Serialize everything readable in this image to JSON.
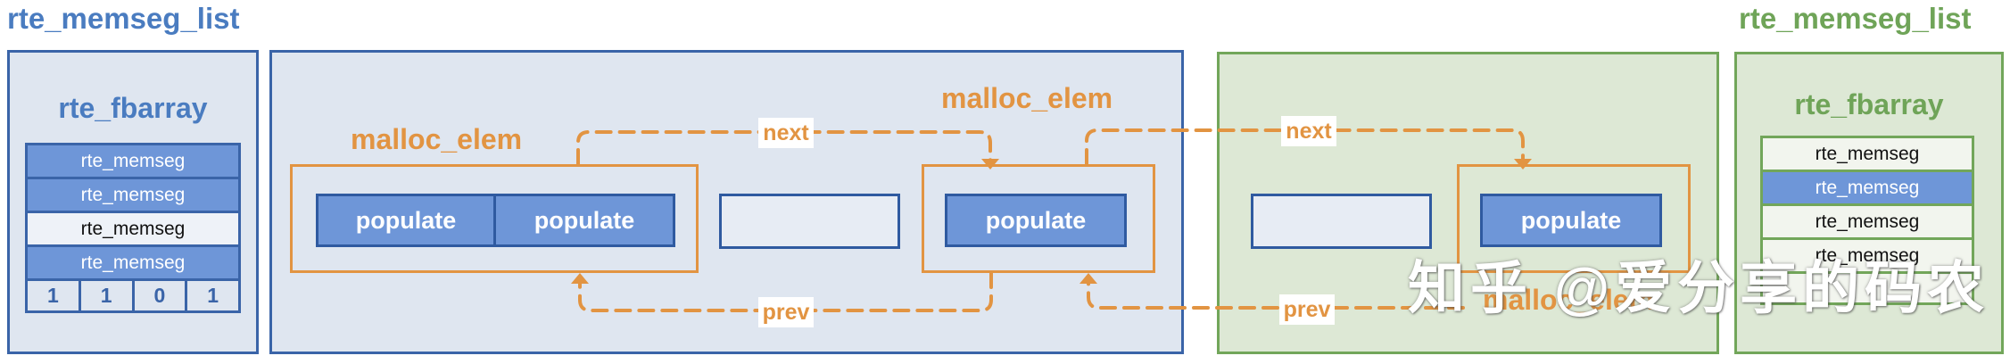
{
  "titles": {
    "left_list": "rte_memseg_list",
    "right_list": "rte_memseg_list"
  },
  "left_fbarray": {
    "title": "rte_fbarray",
    "rows": [
      "rte_memseg",
      "rte_memseg",
      "rte_memseg",
      "rte_memseg"
    ],
    "bits": [
      "1",
      "1",
      "0",
      "1"
    ]
  },
  "right_fbarray": {
    "title": "rte_fbarray",
    "rows": [
      "rte_memseg",
      "rte_memseg",
      "rte_memseg",
      "rte_memseg"
    ]
  },
  "left_segment": {
    "elem1_label": "malloc_elem",
    "elem1_pop_a": "populate",
    "elem1_pop_b": "populate",
    "elem2_label": "malloc_elem",
    "elem2_pop": "populate",
    "next_label": "next",
    "prev_label": "prev"
  },
  "right_segment": {
    "elem_label": "malloc_elem",
    "elem_pop": "populate",
    "next_label": "next",
    "prev_label": "prev"
  },
  "watermark": "知乎 @爱分享的码农",
  "colors": {
    "blue_title": "#4a7cc0",
    "green_title": "#6fa458",
    "orange": "#e29442",
    "populate_fill": "#6e96d8",
    "blue_border": "#3a64a8",
    "green_border": "#72a65a"
  }
}
